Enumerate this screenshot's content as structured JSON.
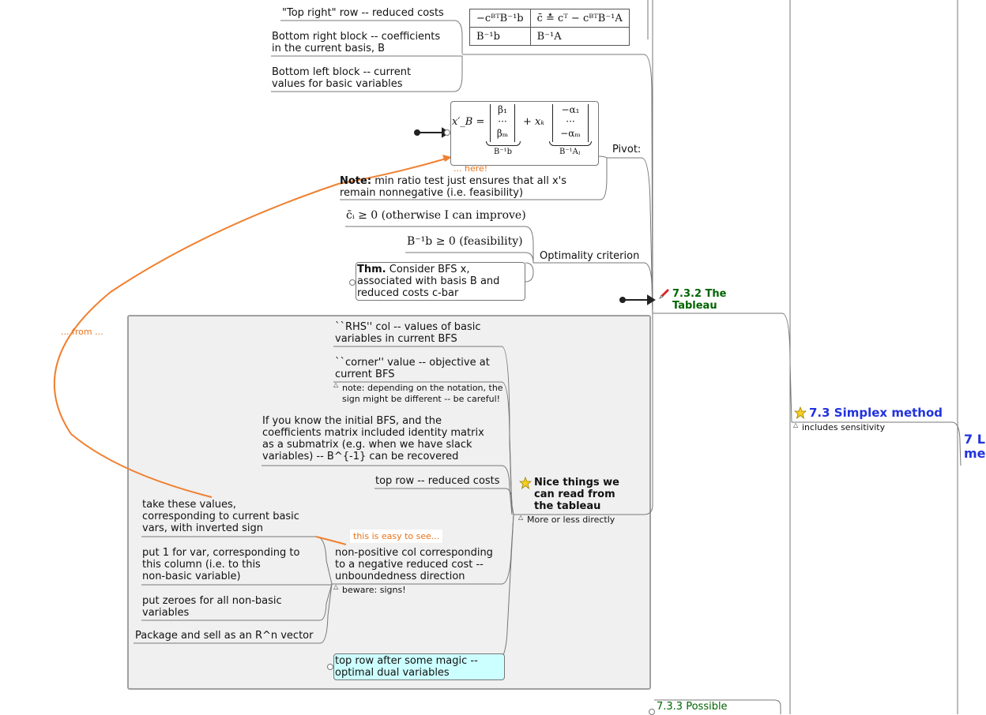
{
  "tableau_table": {
    "top_left": "−cᴮᵀB⁻¹b",
    "top_right": "c̄ ≛ cᵀ − cᴮᵀB⁻¹A",
    "bottom_left": "B⁻¹b",
    "bottom_right": "B⁻¹A"
  },
  "nodes": {
    "top_right_row": "\"Top right\" row -- reduced costs",
    "bottom_right_block": [
      "Bottom right block -- coefficients",
      "in the current basis, B"
    ],
    "bottom_left_block": [
      "Bottom left block -- current",
      "values for basic variables"
    ],
    "pivot": "Pivot:",
    "here_link": "... here!",
    "note_bold": "Note:",
    "note_text": [
      "min ratio test just ensures that all x's",
      "remain nonnegative (i.e. feasibility)"
    ],
    "opt_c": "c̄ᵢ ≥ 0 (otherwise I can improve)",
    "opt_b": "B⁻¹b ≥ 0 (feasibility)",
    "optimality": "Optimality criterion",
    "thm_bold": "Thm.",
    "thm_text": [
      "Consider BFS x,",
      "associated with basis B and",
      "reduced costs c-bar"
    ],
    "section_732": [
      "7.3.2 The",
      "Tableau"
    ],
    "from_link": "... from ...",
    "rhs_col": [
      "``RHS'' col -- values of basic",
      "variables in current BFS"
    ],
    "corner": [
      "``corner'' value -- objective at",
      "current BFS"
    ],
    "corner_note": [
      "note: depending on the notation, the",
      "sign might be different -- be careful!"
    ],
    "initial_bfs": [
      "If you know the initial BFS, and the",
      "coefficients matrix included identity matrix",
      "as a submatrix (e.g. when we have slack",
      "variables) -- B^{-1} can be recovered"
    ],
    "top_row": "top row -- reduced costs",
    "nice_things": [
      "Nice things we",
      "can read from",
      "the tableau"
    ],
    "nice_note": "More or less directly",
    "take_values": [
      "take these values,",
      "corresponding to current basic",
      "vars, with inverted sign"
    ],
    "easy": "this is easy to see...",
    "put_one": [
      "put 1 for var, corresponding to",
      "this column (i.e. to this",
      "non-basic variable)"
    ],
    "nonpos": [
      "non-positive col corresponding",
      "to a negative reduced cost --",
      "unboundedness direction"
    ],
    "beware": "beware: signs!",
    "put_zeroes": [
      "put zeroes for all non-basic",
      "variables"
    ],
    "package": "Package and sell as an R^n vector",
    "top_row_magic": [
      "top row after some magic --",
      "optimal dual variables"
    ],
    "section_73": "7.3 Simplex method",
    "section_73_note": "includes sensitivity",
    "section_733": "7.3.3 Possible",
    "section_7": [
      "7 L",
      "me"
    ]
  },
  "formula": {
    "lhs": "x′_B =",
    "v1": [
      "β₁",
      "···",
      "βₘ"
    ],
    "brace1": "B⁻¹b",
    "plus": "+ xₖ",
    "v2": [
      "−α₁",
      "···",
      "−αₘ"
    ],
    "brace2": "B⁻¹Aⱼ"
  },
  "colors": {
    "link": "#f08030",
    "section_green": "#006400",
    "section_blue": "#2233dd",
    "group_bg": "#f0f0f0",
    "highlight": "#ccffff"
  }
}
